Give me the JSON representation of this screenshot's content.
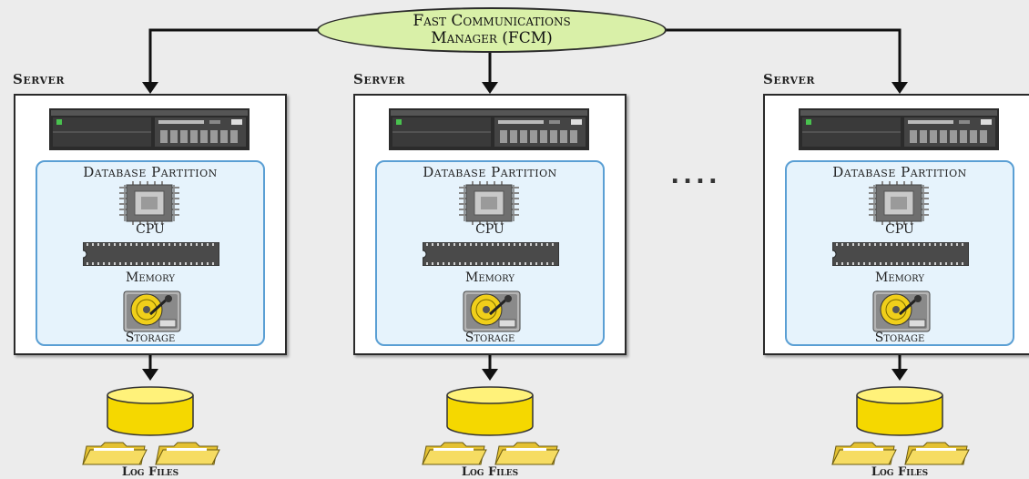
{
  "fcm": {
    "line1": "Fast Communications",
    "line2": "Manager (FCM)"
  },
  "ellipsis": "....",
  "servers": [
    {
      "label": "Server",
      "partition": {
        "title": "Database Partition",
        "cpu": "CPU",
        "memory": "Memory",
        "storage": "Storage"
      },
      "log_files": "Log Files"
    },
    {
      "label": "Server",
      "partition": {
        "title": "Database Partition",
        "cpu": "CPU",
        "memory": "Memory",
        "storage": "Storage"
      },
      "log_files": "Log Files"
    },
    {
      "label": "Server",
      "partition": {
        "title": "Database Partition",
        "cpu": "CPU",
        "memory": "Memory",
        "storage": "Storage"
      },
      "log_files": "Log Files"
    }
  ],
  "icons": [
    "server-rack-icon",
    "cpu-chip-icon",
    "memory-module-icon",
    "hard-disk-icon",
    "database-cylinder-icon",
    "folder-icon"
  ],
  "colors": {
    "background": "#ececec",
    "fcm_fill": "#d9f0a8",
    "partition_fill": "#e6f3fc",
    "partition_border": "#5a9fd4",
    "database_yellow": "#f5d800",
    "folder_yellow": "#f2d74a"
  }
}
